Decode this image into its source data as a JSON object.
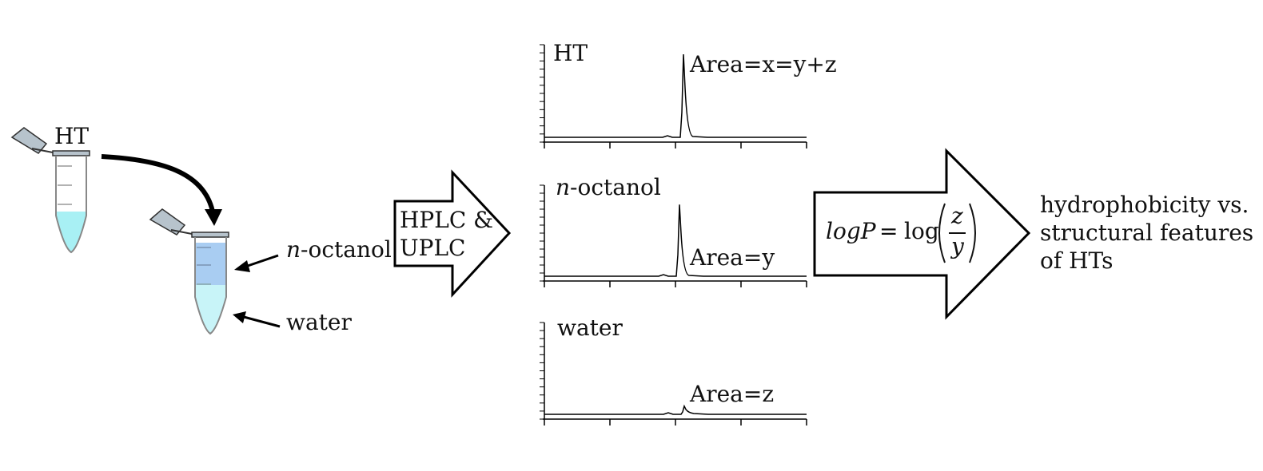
{
  "diagram": {
    "left": {
      "tube1_label": "HT",
      "organic_layer_prefix": "n",
      "organic_layer_suffix": "-octanol",
      "aqueous_layer_label": "water"
    },
    "method_arrow": {
      "line1": "HPLC &",
      "line2": "UPLC"
    },
    "chromatograms": [
      {
        "title": "HT",
        "title_prefix_italic": "",
        "peak_label": "Area=x=y+z",
        "peak_height": 1.0
      },
      {
        "title": "-octanol",
        "title_prefix_italic": "n",
        "peak_label": "Area=y",
        "peak_height": 0.88
      },
      {
        "title": "water",
        "title_prefix_italic": "",
        "peak_label": "Area=z",
        "peak_height": 0.1
      }
    ],
    "formula": {
      "lhs": "logP",
      "equals": "=",
      "fn": "log",
      "numerator": "z",
      "denominator": "y"
    },
    "result": {
      "line1": "hydrophobicity vs.",
      "line2": "structural features",
      "line3": "of HTs"
    },
    "colors": {
      "liquid_light": "#a8f0f4",
      "octanol_layer": "#a9cdf2",
      "water_layer": "#c8f4f8",
      "cap": "#b7c3cc",
      "line": "#111111"
    }
  }
}
